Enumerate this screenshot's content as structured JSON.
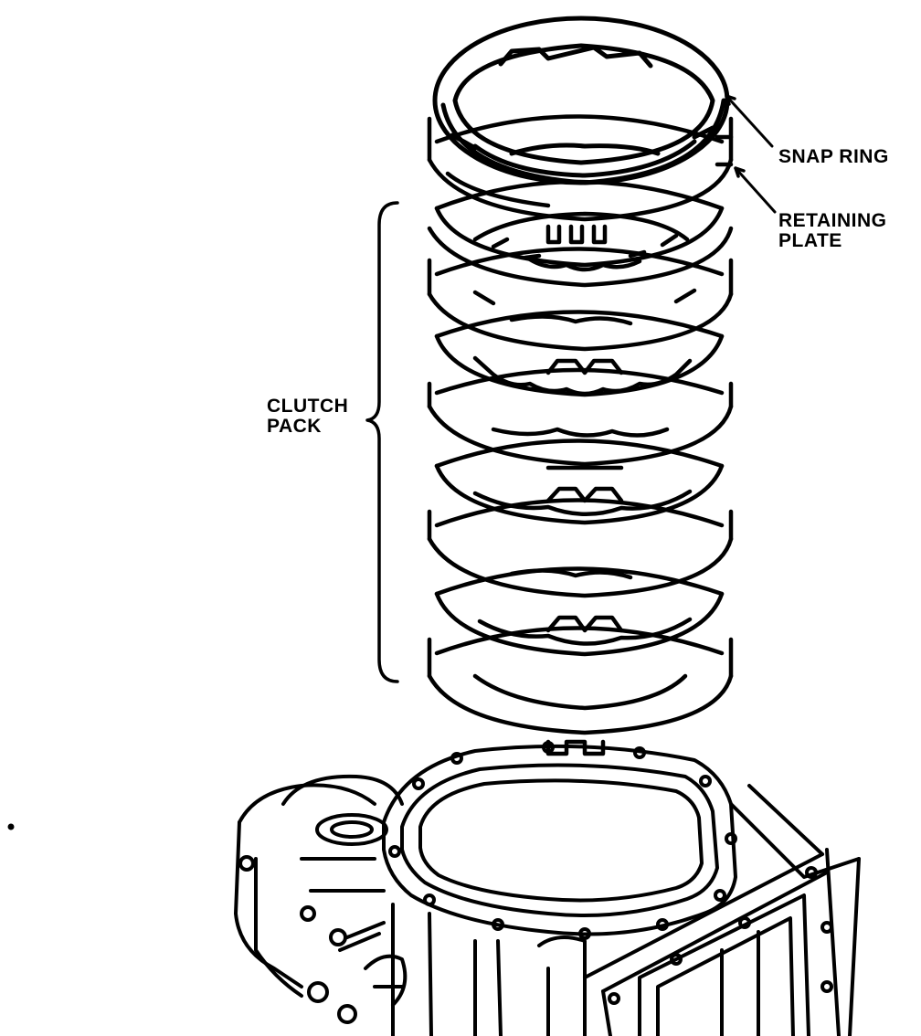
{
  "labels": {
    "snap_ring": "SNAP RING",
    "retaining_plate_line1": "RETAINING",
    "retaining_plate_line2": "PLATE",
    "clutch_pack_line1": "CLUTCH",
    "clutch_pack_line2": "PACK"
  },
  "parts": {
    "clutch_plate_count": 8
  },
  "colors": {
    "ink": "#000000",
    "paper": "#ffffff"
  }
}
